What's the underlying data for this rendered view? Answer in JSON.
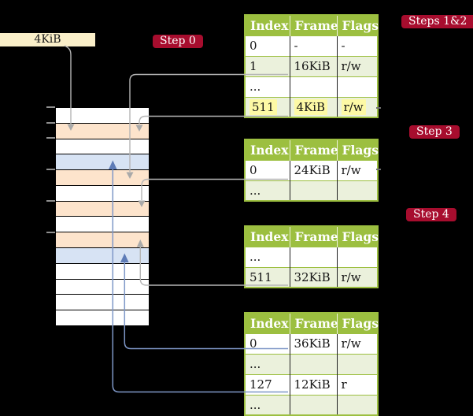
{
  "label_4kib": {
    "text": "4KiB"
  },
  "badges": [
    {
      "label": "Step 0"
    },
    {
      "label": "Steps 1&2"
    },
    {
      "label": "Step 3"
    },
    {
      "label": "Step 4"
    }
  ],
  "memory_column": {
    "rows": [
      "white",
      "orange",
      "white",
      "blue",
      "orange",
      "white",
      "orange",
      "white",
      "orange",
      "blue",
      "white",
      "white",
      "white",
      "white"
    ],
    "ticks": 6
  },
  "tables": [
    {
      "headers": [
        "Index",
        "Frame",
        "Flags"
      ],
      "rows": [
        {
          "cells": [
            "0",
            "-",
            "-"
          ]
        },
        {
          "cells": [
            "1",
            "16KiB",
            "r/w"
          ]
        },
        {
          "cells": [
            "...",
            "",
            ""
          ]
        },
        {
          "cells": [
            "511",
            "4KiB",
            "r/w"
          ],
          "highlighted": true
        }
      ]
    },
    {
      "headers": [
        "Index",
        "Frame",
        "Flags"
      ],
      "rows": [
        {
          "cells": [
            "0",
            "24KiB",
            "r/w"
          ]
        },
        {
          "cells": [
            "...",
            "",
            ""
          ]
        }
      ]
    },
    {
      "headers": [
        "Index",
        "Frame",
        "Flags"
      ],
      "rows": [
        {
          "cells": [
            "...",
            "",
            ""
          ]
        },
        {
          "cells": [
            "511",
            "32KiB",
            "r/w"
          ]
        }
      ]
    },
    {
      "headers": [
        "Index",
        "Frame",
        "Flags"
      ],
      "rows": [
        {
          "cells": [
            "0",
            "36KiB",
            "r/w"
          ]
        },
        {
          "cells": [
            "...",
            "",
            ""
          ]
        },
        {
          "cells": [
            "127",
            "12KiB",
            "r"
          ]
        },
        {
          "cells": [
            "...",
            "",
            ""
          ]
        }
      ]
    }
  ],
  "connectors": [
    {
      "name": "label-4kib-to-memory-row-2",
      "color": "gray"
    },
    {
      "name": "table1-entry-1-to-memory-row-5",
      "color": "gray"
    },
    {
      "name": "table1-entry-511-to-memory-row-2",
      "color": "gray"
    },
    {
      "name": "table2-entry-0-to-memory-row-7",
      "color": "gray"
    },
    {
      "name": "table3-entry-511-to-memory-row-9",
      "color": "gray"
    },
    {
      "name": "table4-entry-0-to-memory-row-10",
      "color": "blue"
    },
    {
      "name": "table4-entry-127-to-memory-row-4",
      "color": "blue"
    }
  ],
  "colors": {
    "background": "#000000",
    "badge_red": "#a70d2e",
    "table_header_green": "#9cbf40",
    "table_row_green": "#ebf1dc",
    "memory_orange": "#fde4cc",
    "memory_blue": "#d7e3f4",
    "label_cream": "#faefc9",
    "highlight_yellow": "#fdf9a5",
    "connector_gray": "#b5b5b5",
    "connector_blue": "#7e97c7"
  }
}
